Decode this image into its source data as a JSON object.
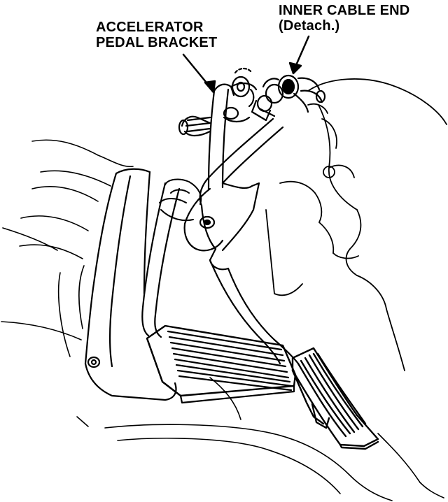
{
  "labels": {
    "bracket": {
      "line1": "ACCELERATOR",
      "line2": "PEDAL BRACKET"
    },
    "cable_end": {
      "line1": "INNER CABLE END",
      "line2": "(Detach.)"
    }
  },
  "colors": {
    "ink": "#000000",
    "paper": "#ffffff"
  }
}
